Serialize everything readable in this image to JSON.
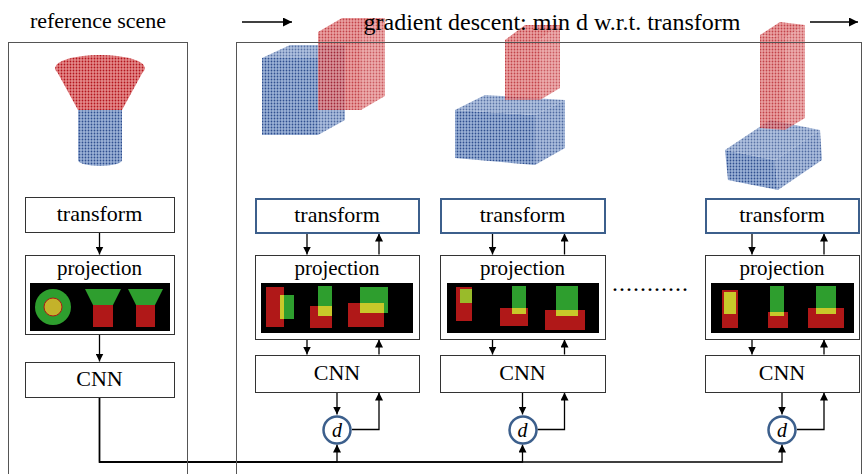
{
  "diagram": {
    "nodes": [
      {
        "text": [
          "reference scene"
        ]
      },
      {
        "text": [
          "transform"
        ],
        "in": 0
      },
      {
        "text": [
          "projection"
        ],
        "in": 0
      },
      {
        "text": [
          "CNN"
        ],
        "in": 0
      },
      {
        "text": [
          "gradient descent: min d w.r.t. transform"
        ]
      },
      {
        "text": [
          "transform"
        ],
        "in": 4
      },
      {
        "text": [
          "projection"
        ],
        "in": 4
      },
      {
        "text": [
          "CNN"
        ],
        "in": 4
      },
      {
        "text": [
          "d"
        ],
        "in": 4
      },
      {
        "text": [
          "transform"
        ],
        "in": 4
      },
      {
        "text": [
          "projection"
        ],
        "in": 4
      },
      {
        "text": [
          "CNN"
        ],
        "in": 4
      },
      {
        "text": [
          "d"
        ],
        "in": 4
      },
      {
        "text": [
          "transform"
        ],
        "in": 4
      },
      {
        "text": [
          "projection"
        ],
        "in": 4
      },
      {
        "text": [
          "CNN"
        ],
        "in": 4
      },
      {
        "text": [
          "d"
        ],
        "in": 4
      }
    ],
    "edges": [
      {
        "from": 1,
        "to": 2,
        "arrow": "to"
      },
      {
        "from": 2,
        "to": 3,
        "arrow": "to"
      },
      {
        "from": 5,
        "to": 6,
        "arrow": "to"
      },
      {
        "from": 6,
        "to": 5,
        "arrow": "to"
      },
      {
        "from": 6,
        "to": 7,
        "arrow": "to"
      },
      {
        "from": 7,
        "to": 6,
        "arrow": "to"
      },
      {
        "from": 7,
        "to": 8,
        "arrow": "to"
      },
      {
        "from": 8,
        "to": 7,
        "arrow": "to"
      },
      {
        "from": 9,
        "to": 10,
        "arrow": "to"
      },
      {
        "from": 10,
        "to": 9,
        "arrow": "to"
      },
      {
        "from": 10,
        "to": 11,
        "arrow": "to"
      },
      {
        "from": 11,
        "to": 10,
        "arrow": "to"
      },
      {
        "from": 11,
        "to": 12,
        "arrow": "to"
      },
      {
        "from": 12,
        "to": 11,
        "arrow": "to"
      },
      {
        "from": 13,
        "to": 14,
        "arrow": "to"
      },
      {
        "from": 14,
        "to": 13,
        "arrow": "to"
      },
      {
        "from": 14,
        "to": 15,
        "arrow": "to"
      },
      {
        "from": 15,
        "to": 14,
        "arrow": "to"
      },
      {
        "from": 15,
        "to": 16,
        "arrow": "to"
      },
      {
        "from": 16,
        "to": 15,
        "arrow": "to"
      },
      {
        "from": 3,
        "to": 8,
        "arrow": "to"
      },
      {
        "from": 3,
        "to": 12,
        "arrow": "to"
      },
      {
        "from": 3,
        "to": 16,
        "arrow": "to"
      }
    ],
    "labels": [
      "..........."
    ]
  }
}
